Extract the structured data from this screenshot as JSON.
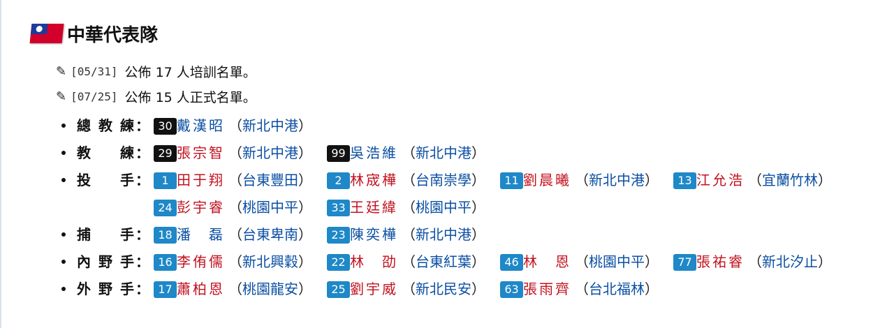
{
  "title": "中華代表隊",
  "notes": [
    {
      "date": "[05/31]",
      "text": "公佈 17 人培訓名單。"
    },
    {
      "date": "[07/25]",
      "text": "公佈 15 人正式名單。"
    }
  ],
  "colors": {
    "staff_badge": "#111111",
    "player_badge": "#1e88c8",
    "player_name": "#c1121f",
    "staff_name": "#c1121f",
    "link": "#0b4fa3"
  },
  "roster": [
    {
      "role": "總教練",
      "colon": "：",
      "members": [
        {
          "number": "30",
          "name": "戴漢昭",
          "team": "新北中港",
          "kind": "staff",
          "name_color": "#0b4fa3"
        }
      ]
    },
    {
      "role": "教練",
      "colon": "：",
      "members": [
        {
          "number": "29",
          "name": "張宗智",
          "team": "新北中港",
          "kind": "staff",
          "name_color": "#c1121f"
        },
        {
          "number": "99",
          "name": "吳浩維",
          "team": "新北中港",
          "kind": "staff",
          "name_color": "#0b4fa3"
        }
      ]
    },
    {
      "role": "投手",
      "colon": "：",
      "members": [
        {
          "number": "1",
          "name": "田于翔",
          "team": "台東豐田",
          "kind": "player",
          "name_color": "#c1121f"
        },
        {
          "number": "2",
          "name": "林宬樺",
          "team": "台南崇學",
          "kind": "player",
          "name_color": "#c1121f"
        },
        {
          "number": "11",
          "name": "劉晨曦",
          "team": "新北中港",
          "kind": "player",
          "name_color": "#c1121f"
        },
        {
          "number": "13",
          "name": "江允浩",
          "team": "宜蘭竹林",
          "kind": "player",
          "name_color": "#c1121f"
        },
        {
          "number": "24",
          "name": "彭宇睿",
          "team": "桃園中平",
          "kind": "player",
          "name_color": "#c1121f"
        },
        {
          "number": "33",
          "name": "王廷緯",
          "team": "桃園中平",
          "kind": "player",
          "name_color": "#c1121f"
        }
      ]
    },
    {
      "role": "捕手",
      "colon": "：",
      "members": [
        {
          "number": "18",
          "name": "潘磊",
          "team": "台東卑南",
          "kind": "player",
          "name_color": "#0b4fa3"
        },
        {
          "number": "23",
          "name": "陳奕樺",
          "team": "新北中港",
          "kind": "player",
          "name_color": "#0b4fa3"
        }
      ]
    },
    {
      "role": "內野手",
      "colon": "：",
      "members": [
        {
          "number": "16",
          "name": "李侑儒",
          "team": "新北興穀",
          "kind": "player",
          "name_color": "#c1121f"
        },
        {
          "number": "22",
          "name": "林劭",
          "team": "台東紅葉",
          "kind": "player",
          "name_color": "#c1121f"
        },
        {
          "number": "46",
          "name": "林恩",
          "team": "桃園中平",
          "kind": "player",
          "name_color": "#c1121f"
        },
        {
          "number": "77",
          "name": "張祐睿",
          "team": "新北汐止",
          "kind": "player",
          "name_color": "#c1121f"
        }
      ]
    },
    {
      "role": "外野手",
      "colon": "：",
      "members": [
        {
          "number": "17",
          "name": "蕭柏恩",
          "team": "桃園龍安",
          "kind": "player",
          "name_color": "#c1121f"
        },
        {
          "number": "25",
          "name": "劉宇威",
          "team": "新北民安",
          "kind": "player",
          "name_color": "#c1121f"
        },
        {
          "number": "63",
          "name": "張雨齊",
          "team": "台北福林",
          "kind": "player",
          "name_color": "#c1121f"
        }
      ]
    }
  ]
}
